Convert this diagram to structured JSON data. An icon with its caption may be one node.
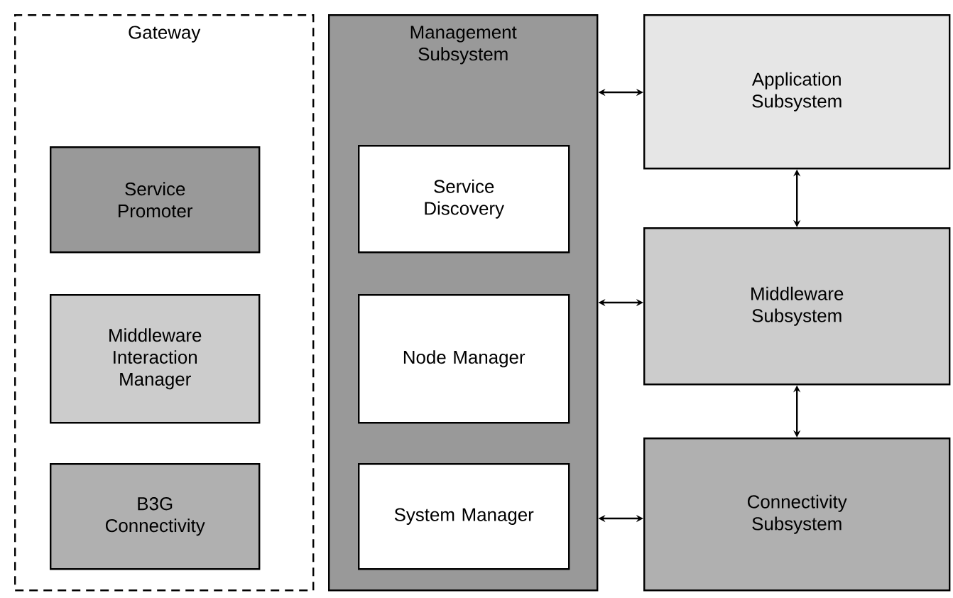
{
  "diagram": {
    "nodes": [
      {
        "text": [
          "Gateway"
        ]
      },
      {
        "text": [
          "Service Promoter"
        ],
        "in": 0
      },
      {
        "text": [
          "Middleware Interaction Manager"
        ],
        "in": 0
      },
      {
        "text": [
          "B3G Connectivity"
        ],
        "in": 0
      },
      {
        "text": [
          "Management Subsystem"
        ]
      },
      {
        "text": [
          "Service Discovery"
        ],
        "in": 4
      },
      {
        "text": [
          "Node Manager"
        ],
        "in": 4
      },
      {
        "text": [
          "System Manager"
        ],
        "in": 4
      },
      {
        "text": [
          "Application Subsystem"
        ]
      },
      {
        "text": [
          "Middleware Subsystem"
        ]
      },
      {
        "text": [
          "Connectivity Subsystem"
        ]
      }
    ],
    "edges": [
      {
        "from": 4,
        "to": 8,
        "arrow": "both"
      },
      {
        "from": 8,
        "to": 9,
        "arrow": "both"
      },
      {
        "from": 4,
        "to": 9,
        "arrow": "both"
      },
      {
        "from": 9,
        "to": 10,
        "arrow": "both"
      },
      {
        "from": 4,
        "to": 10,
        "arrow": "both"
      }
    ]
  }
}
